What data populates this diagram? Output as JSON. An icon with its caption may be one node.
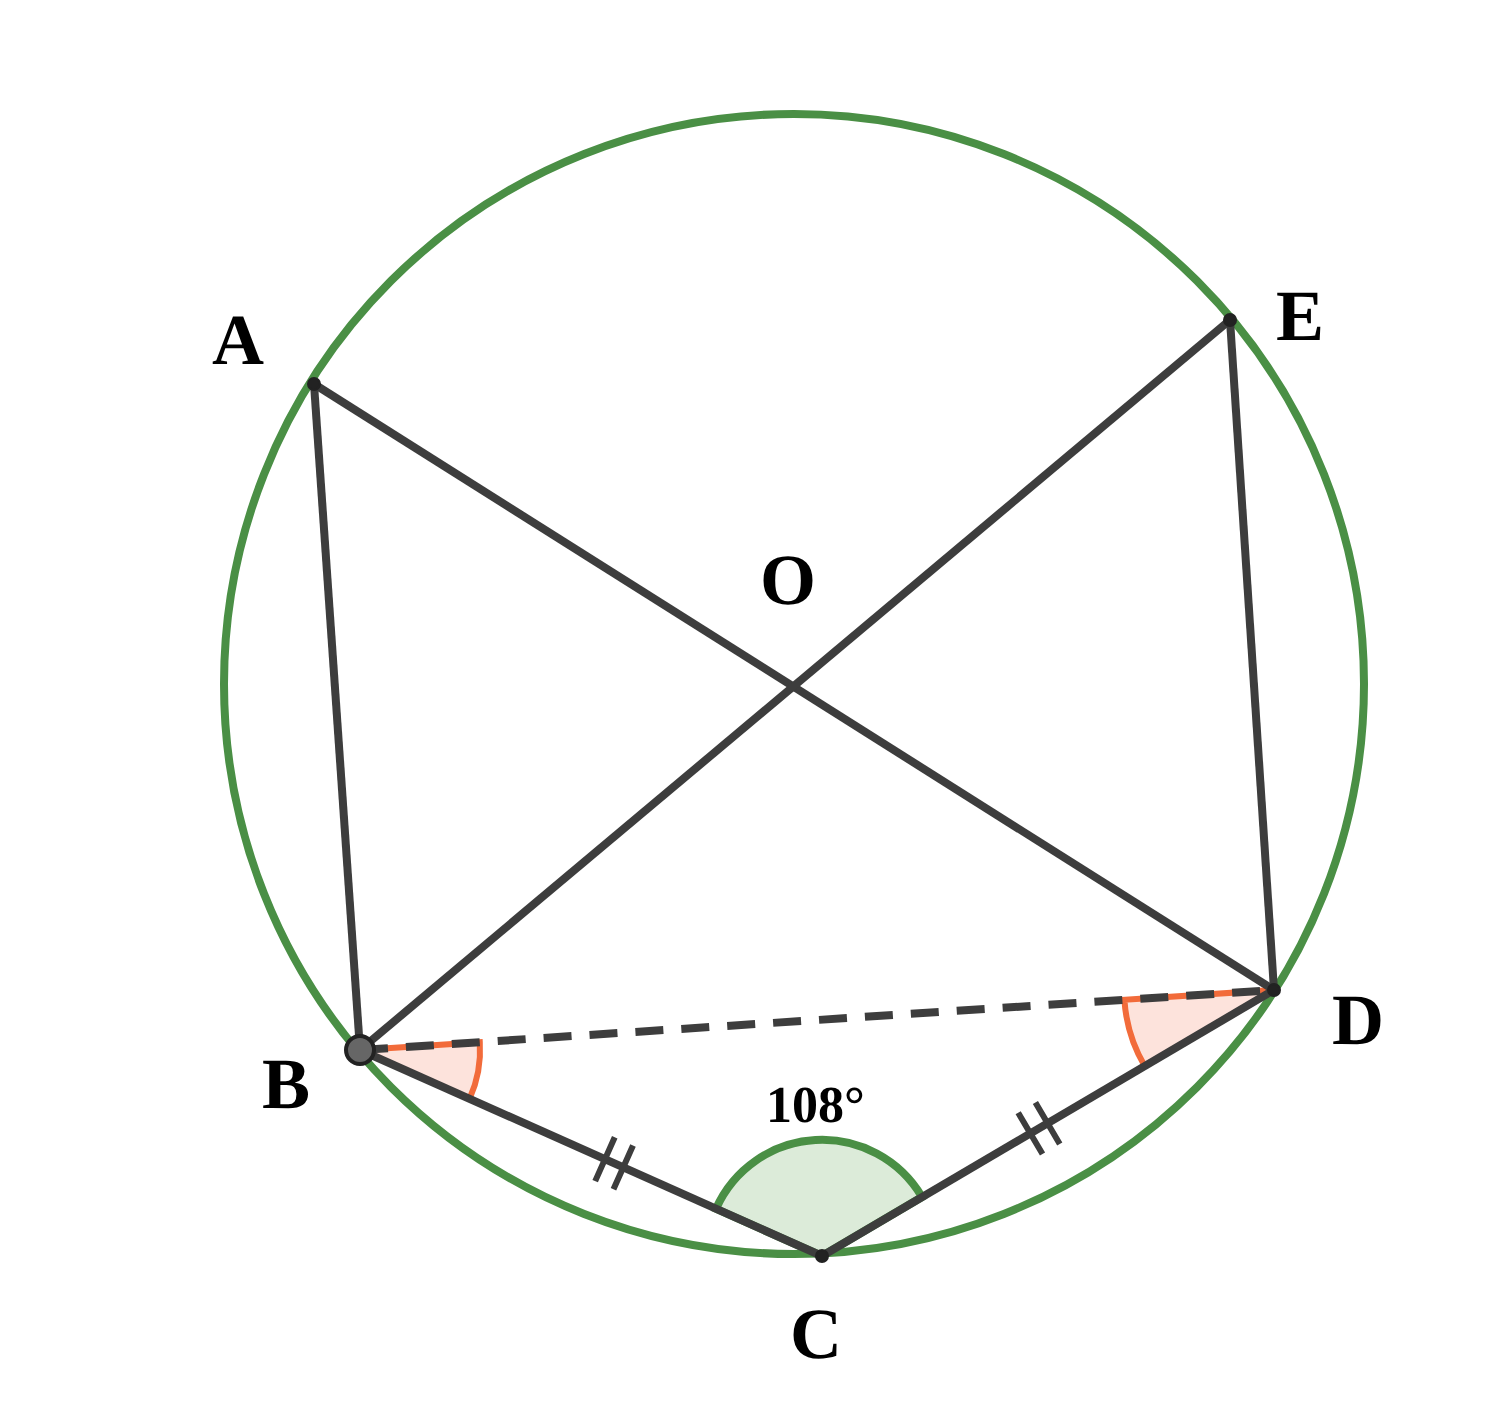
{
  "diagram": {
    "nodes": [
      {
        "text": [
          "A"
        ]
      },
      {
        "text": [
          "E"
        ]
      },
      {
        "text": [
          "O"
        ]
      },
      {
        "text": [
          "B"
        ]
      },
      {
        "text": [
          "D"
        ]
      },
      {
        "text": [
          "C"
        ]
      }
    ],
    "edges": [
      {
        "from": 0,
        "to": 3,
        "arrow": "none"
      },
      {
        "from": 0,
        "to": 4,
        "arrow": "none"
      },
      {
        "from": 1,
        "to": 3,
        "arrow": "none"
      },
      {
        "from": 1,
        "to": 4,
        "arrow": "none"
      },
      {
        "from": 3,
        "to": 5,
        "arrow": "none"
      },
      {
        "from": 5,
        "to": 4,
        "arrow": "none"
      },
      {
        "from": 3,
        "to": 4,
        "arrow": "none",
        "style": "dashed"
      }
    ],
    "labels": [
      "108°"
    ]
  }
}
